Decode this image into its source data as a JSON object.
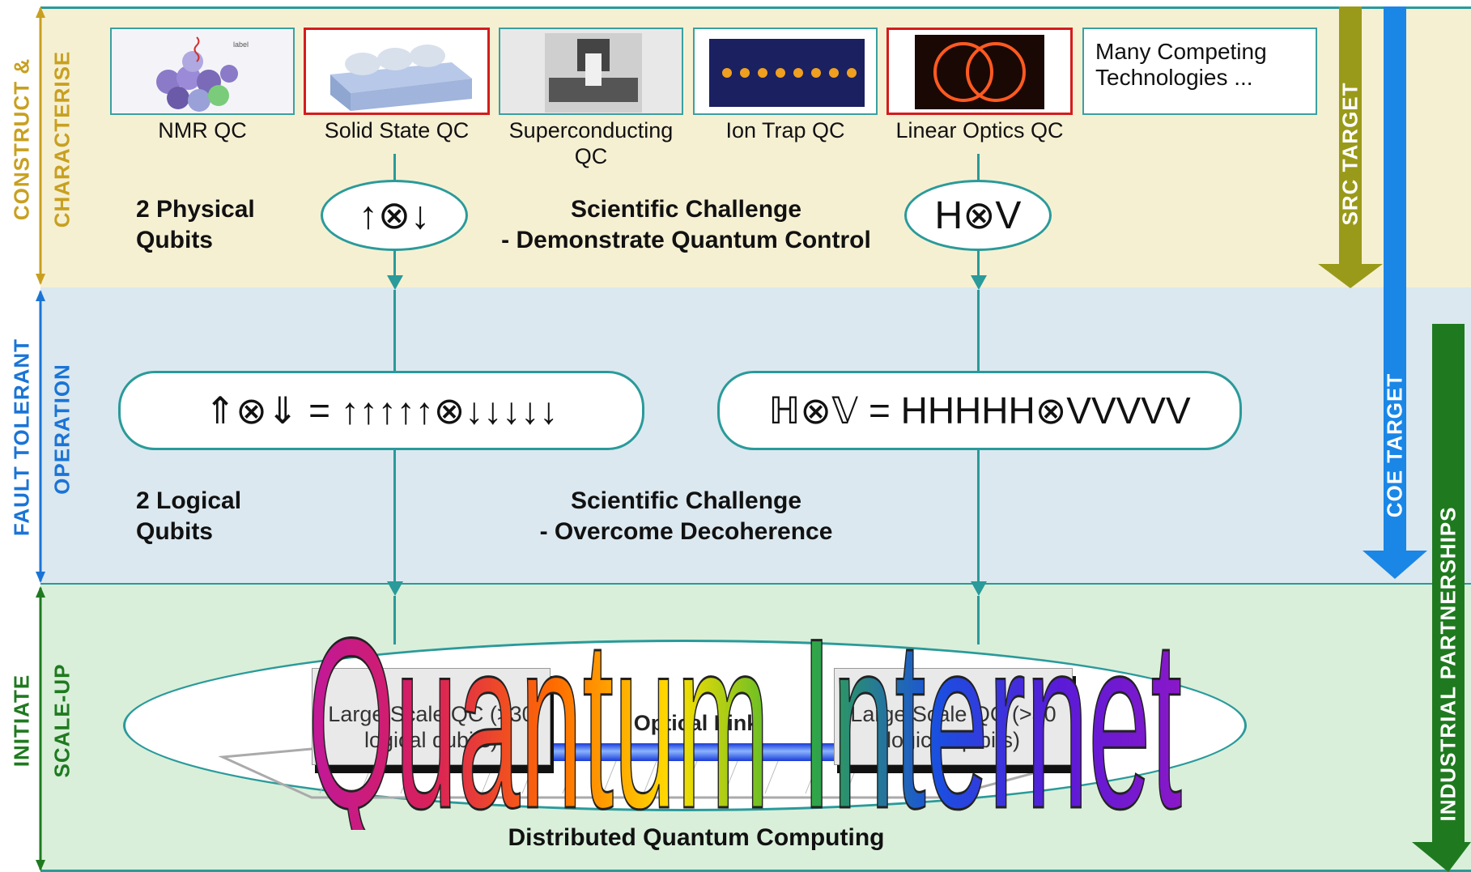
{
  "left_axis": {
    "outer": [
      "CONSTRUCT &",
      "FAULT TOLERANT",
      "INITIATE"
    ],
    "inner": [
      "CHARACTERISE",
      "OPERATION",
      "SCALE-UP"
    ]
  },
  "technologies": [
    {
      "label": "NMR QC",
      "highlighted": false
    },
    {
      "label": "Solid State QC",
      "highlighted": true
    },
    {
      "label": "Superconducting QC",
      "highlighted": false
    },
    {
      "label": "Ion Trap QC",
      "highlighted": false
    },
    {
      "label": "Linear Optics QC",
      "highlighted": true
    },
    {
      "label": "Many Competing Technologies ...",
      "highlighted": false
    }
  ],
  "top_band": {
    "qubits_label": "2 Physical Qubits",
    "left_state": "↑⊗↓",
    "right_state": "H⊗V",
    "challenge_title": "Scientific Challenge",
    "challenge_text": "- Demonstrate Quantum Control"
  },
  "mid_band": {
    "left_expression": "⇑⊗⇓ = ↑↑↑↑↑⊗↓↓↓↓↓",
    "right_expression": "ℍ⊗𝕍 = HHHHH⊗VVVVV",
    "qubits_label": "2 Logical Qubits",
    "challenge_title": "Scientific Challenge",
    "challenge_text": "- Overcome Decoherence"
  },
  "bottom_band": {
    "left_node": "Large Scale QC (>30 logical qubits)",
    "right_node": "Large Scale QC (>30 logical qubits)",
    "link": "Optical Link",
    "caption": "Distributed Quantum Computing",
    "overlay_title": "Quantum Internet"
  },
  "right_arrows": {
    "src": "SRC TARGET",
    "coe": "COE TARGET",
    "industry": "INDUSTRIAL PARTNERSHIPS"
  },
  "colors": {
    "src_arrow": "#9a9a1a",
    "coe_arrow": "#1a86e6",
    "industry_arrow": "#1f7a1f",
    "connector": "#2a9a9a"
  }
}
